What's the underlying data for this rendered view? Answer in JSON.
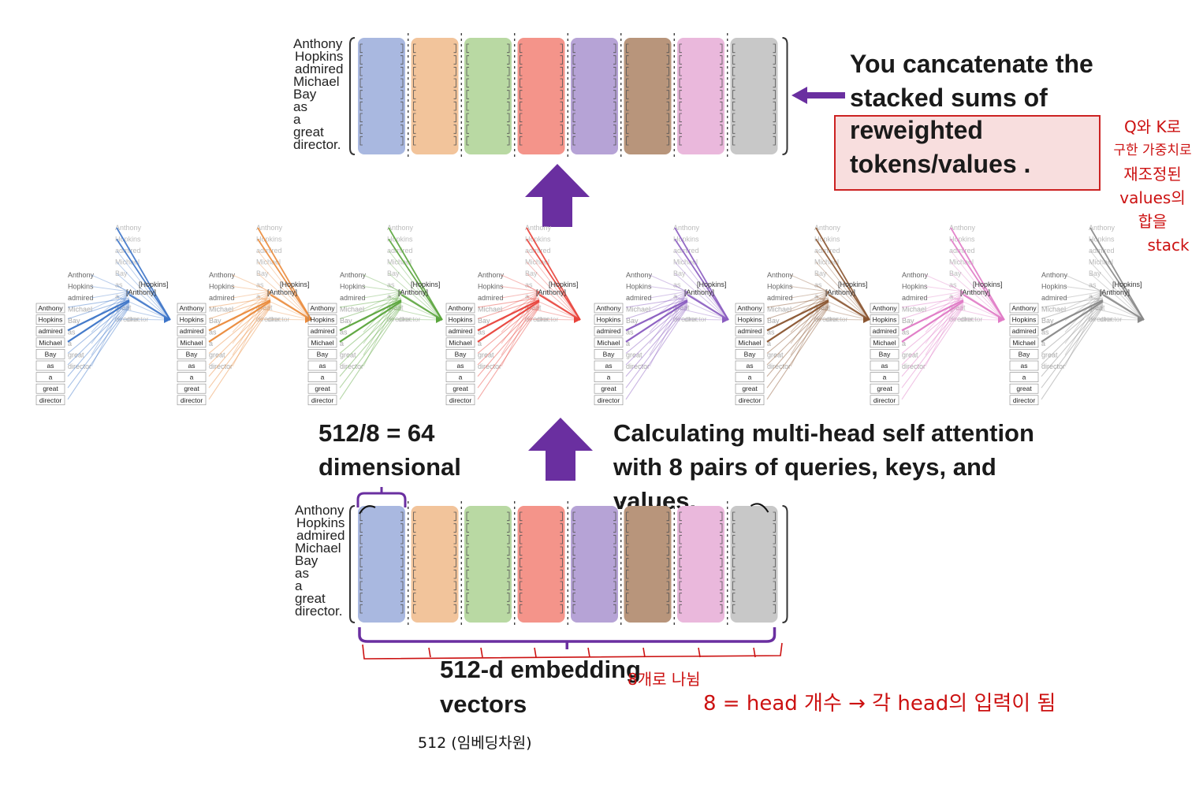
{
  "tokens": [
    "Anthony",
    "Hopkins",
    "admired",
    "Michael",
    "Bay",
    "as",
    "a",
    "great",
    "director."
  ],
  "mini_tokens": [
    "Anthony",
    "Hopkins",
    "admired",
    "Michael",
    "Bay",
    "as",
    "a",
    "great",
    "director"
  ],
  "head_colors": [
    "#a9b8e0",
    "#f2c49b",
    "#b9d9a3",
    "#f4948a",
    "#b6a3d6",
    "#b8957b",
    "#eab8dc",
    "#c8c8c8"
  ],
  "head_line_colors": [
    "#3c74c8",
    "#ea8a3a",
    "#5aa53c",
    "#e8423a",
    "#8a5cc0",
    "#8a5530",
    "#e07ac6",
    "#888888"
  ],
  "accent_purple": "#6a2fa0",
  "annotation_red": "#cc1111",
  "top_text": {
    "line1": "You cancatenate the",
    "line2": "stacked sums of",
    "boxed1": "reweighted",
    "boxed2": "tokens/values ."
  },
  "dim_text": {
    "line1": "512/8 = 64",
    "line2": "dimensional"
  },
  "calc_text": {
    "line1": "Calculating multi-head self attention",
    "line2": "with 8 pairs of queries, keys, and",
    "line3": "values."
  },
  "embed_text": {
    "line1": "512-d embedding",
    "line2": "vectors"
  },
  "handwritten": {
    "right_notes": [
      "Q와 K로",
      "구한 가중치로",
      "재조정된",
      "values의",
      "합을",
      "stack"
    ],
    "split_note": "8개로 나뉨",
    "head_note": "8 = head 개수 → 각 head의 입력이 됨",
    "dim_note": "512 (임베딩차원)"
  }
}
